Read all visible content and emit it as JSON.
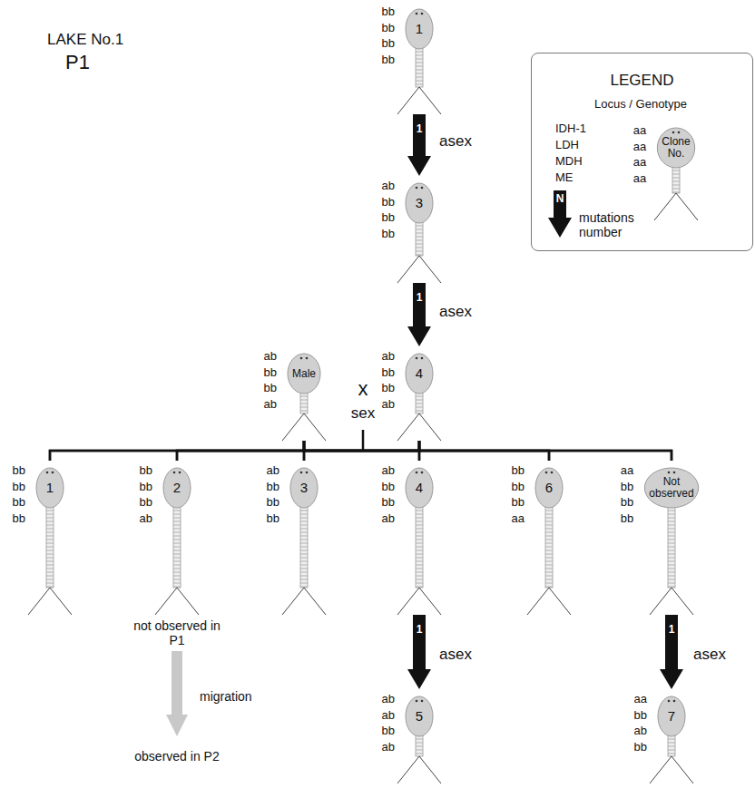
{
  "diagram": {
    "title": "LAKE No.1",
    "nodes": [
      {
        "text": [
          "bb bb bb bb",
          "1"
        ]
      },
      {
        "text": [
          "ab bb bb bb",
          "3"
        ]
      },
      {
        "text": [
          "ab bb bb ab",
          "Male"
        ]
      },
      {
        "text": [
          "ab bb bb ab",
          "4"
        ]
      },
      {
        "text": [
          "bb bb bb bb",
          "1"
        ]
      },
      {
        "text": [
          "bb bb bb ab",
          "2"
        ]
      },
      {
        "text": [
          "ab bb bb bb",
          "3"
        ]
      },
      {
        "text": [
          "ab bb bb ab",
          "4"
        ]
      },
      {
        "text": [
          "bb bb bb aa",
          "6"
        ]
      },
      {
        "text": [
          "aa bb bb bb",
          "Not observed"
        ]
      },
      {
        "text": [
          "ab ab bb ab",
          "5"
        ]
      },
      {
        "text": [
          "aa bb ab bb",
          "7"
        ]
      },
      {
        "text": [
          "LEGEND"
        ]
      },
      {
        "text": [
          "aa aa aa aa",
          "Clone No."
        ],
        "in": 12
      }
    ],
    "edges": [
      {
        "from": 0,
        "to": 1,
        "arrow": "to",
        "label": "1"
      },
      {
        "from": 1,
        "to": 3,
        "arrow": "to",
        "label": "1"
      },
      {
        "from": 2,
        "to": 4,
        "arrow": "none"
      },
      {
        "from": 2,
        "to": 5,
        "arrow": "none"
      },
      {
        "from": 2,
        "to": 6,
        "arrow": "none"
      },
      {
        "from": 2,
        "to": 7,
        "arrow": "none"
      },
      {
        "from": 2,
        "to": 8,
        "arrow": "none"
      },
      {
        "from": 2,
        "to": 9,
        "arrow": "none"
      },
      {
        "from": 3,
        "to": 4,
        "arrow": "none"
      },
      {
        "from": 3,
        "to": 5,
        "arrow": "none"
      },
      {
        "from": 3,
        "to": 6,
        "arrow": "none"
      },
      {
        "from": 3,
        "to": 7,
        "arrow": "none"
      },
      {
        "from": 3,
        "to": 8,
        "arrow": "none"
      },
      {
        "from": 3,
        "to": 9,
        "arrow": "none"
      },
      {
        "from": 7,
        "to": 10,
        "arrow": "to",
        "label": "1"
      },
      {
        "from": 9,
        "to": 11,
        "arrow": "to",
        "label": "1"
      }
    ],
    "labels": [
      "P1",
      "asex",
      "asex",
      "x",
      "sex",
      "not observed in P1",
      "migration",
      "observed in P2",
      "asex",
      "asex",
      "Locus / Genotype",
      "IDH-1",
      "LDH",
      "MDH",
      "ME",
      "N"
    ],
    "legend": [
      {
        "text": "mutations number"
      }
    ]
  }
}
